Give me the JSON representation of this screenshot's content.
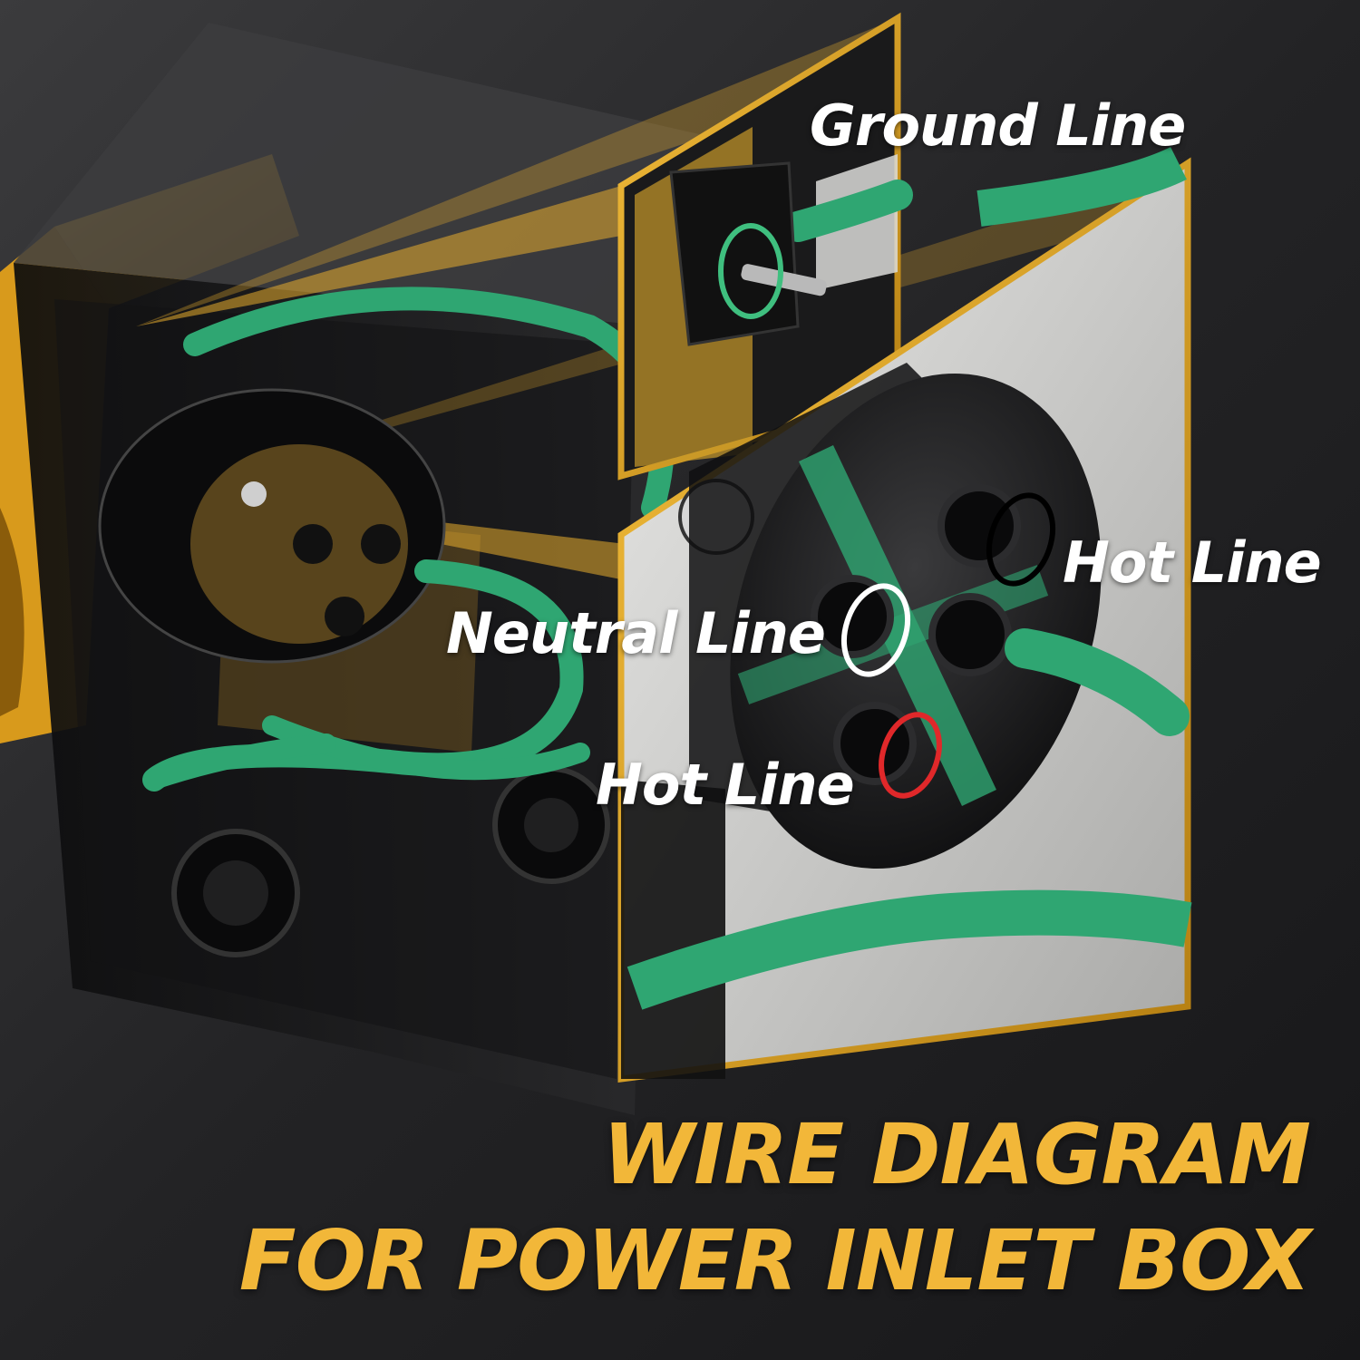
{
  "labels": {
    "ground": "Ground Line",
    "hot_upper": "Hot Line",
    "neutral": "Neutral Line",
    "hot_lower": "Hot Line"
  },
  "title": {
    "line1": "WIRE DIAGRAM",
    "line2": "FOR POWER INLET BOX"
  },
  "colors": {
    "background": "#1d1d1f",
    "accent_gold": "#e8ae2e",
    "wire_green": "#2fa672",
    "ground_marker": "#3fbf7f",
    "hot_upper_marker": "#000000",
    "neutral_marker": "#ffffff",
    "hot_lower_marker": "#e0282a"
  }
}
